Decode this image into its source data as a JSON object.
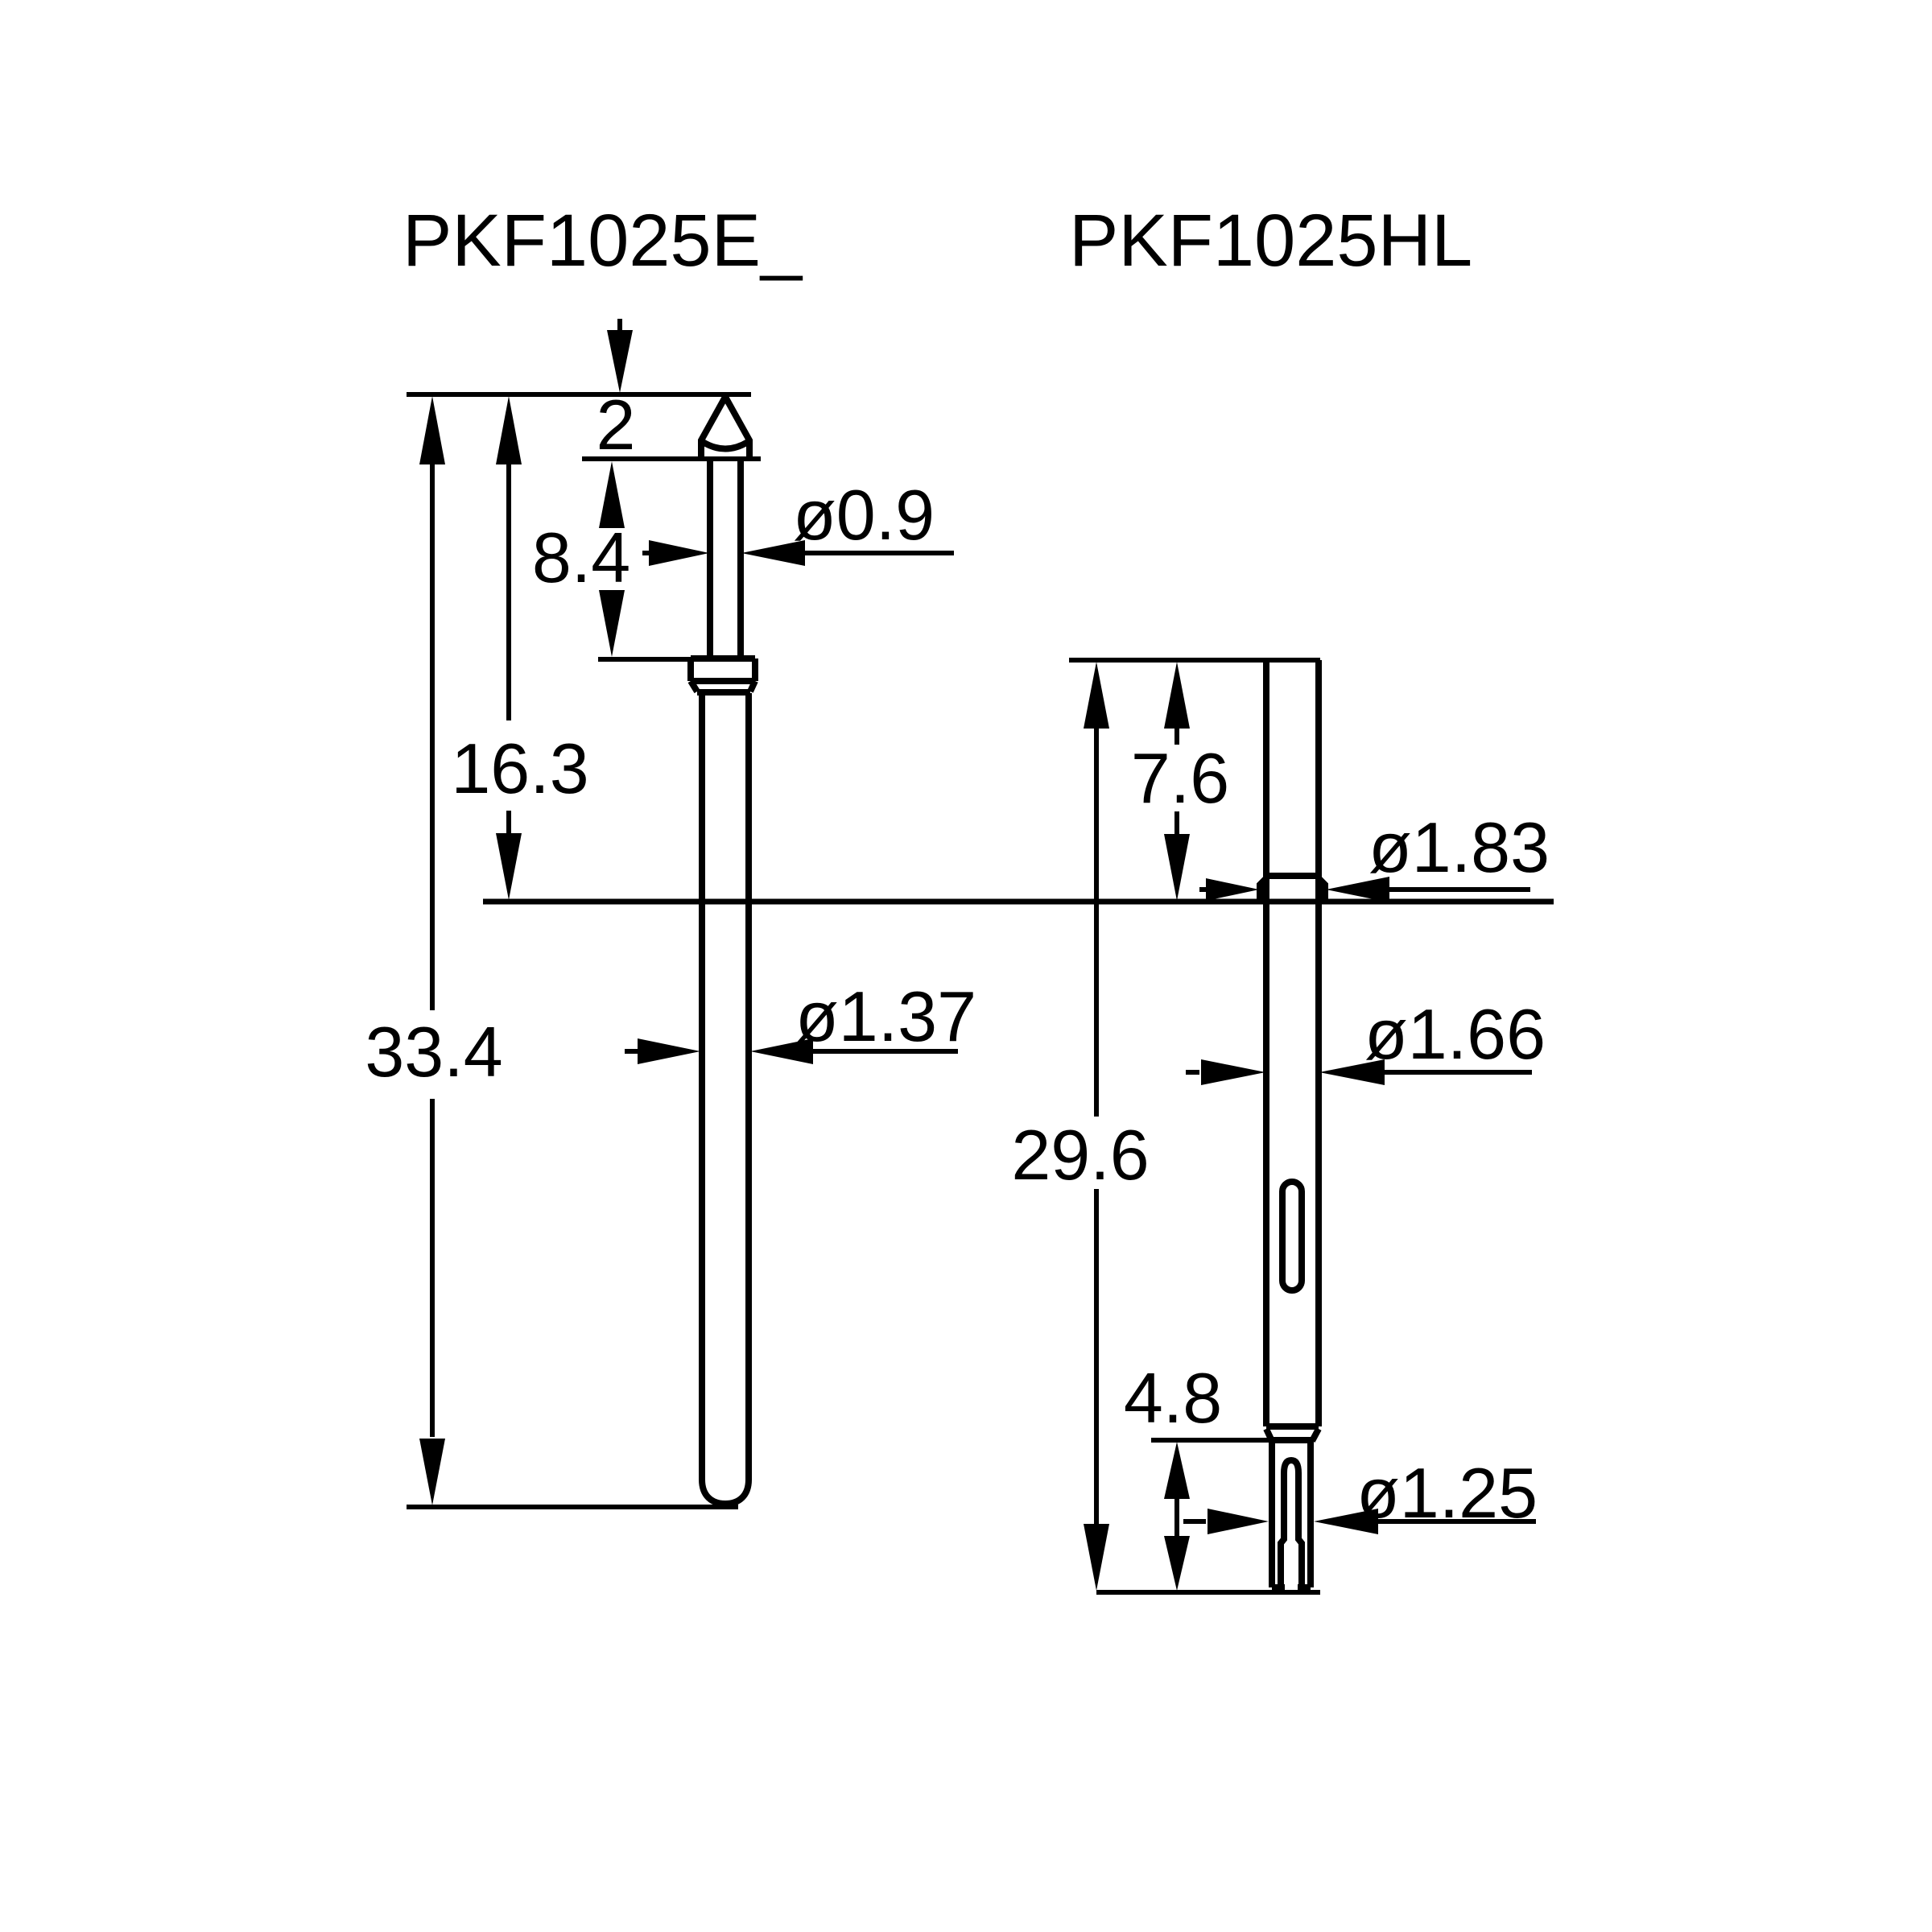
{
  "page": {
    "background": "#ffffff",
    "line_color": "#000000"
  },
  "left_probe": {
    "title": "PKF1025E_",
    "tip_protrusion": "2",
    "tip_section_length": "8.4",
    "tip_diameter": "ø0.9",
    "exposed_length": "16.3",
    "total_length": "33.4",
    "barrel_diameter": "ø1.37"
  },
  "right_probe": {
    "title": "PKF1025HL",
    "upper_length": "7.6",
    "collar_diameter": "ø1.83",
    "barrel_diameter": "ø1.66",
    "total_length": "29.6",
    "tail_length": "4.8",
    "tail_diameter": "ø1.25"
  }
}
